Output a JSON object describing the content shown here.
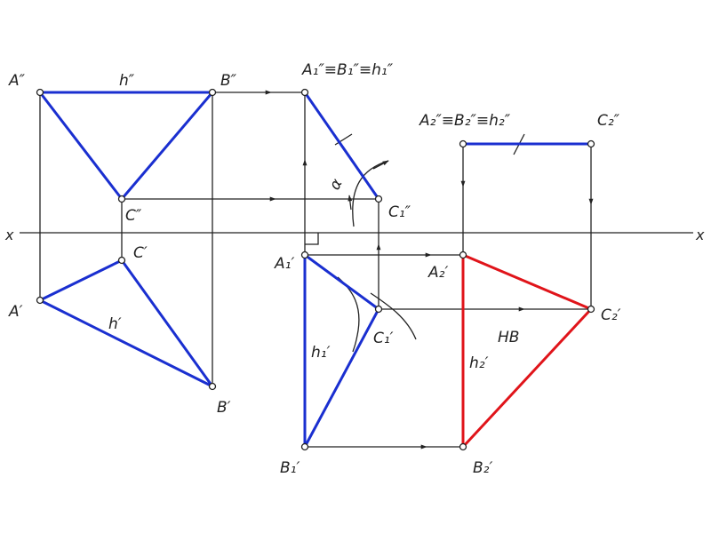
{
  "colors": {
    "construction": "#222222",
    "initial_lines": "#1a2fd0",
    "true_size": "#e0141a",
    "point_fill": "#ffffff"
  },
  "labels": {
    "axis_left": "x",
    "axis_right": "x",
    "A_front": "A″",
    "B_front": "B″",
    "C_front": "C″",
    "h_front": "h″",
    "A_top": "A′",
    "B_top": "B′",
    "C_top": "C′",
    "h_top": "h′",
    "A1B1h1_front": "A₁″≡B₁″≡h₁″",
    "C1_front": "C₁″",
    "alpha": "α",
    "A1_top": "A₁′",
    "B1_top": "B₁′",
    "C1_top": "C₁′",
    "h1_top": "h₁′",
    "A2B2h2_front": "A₂″≡B₂″≡h₂″",
    "C2_front": "C₂″",
    "A2_top": "A₂′",
    "B2_top": "B₂′",
    "C2_top": "C₂′",
    "h2_top": "h₂′",
    "true_size": "HB"
  }
}
